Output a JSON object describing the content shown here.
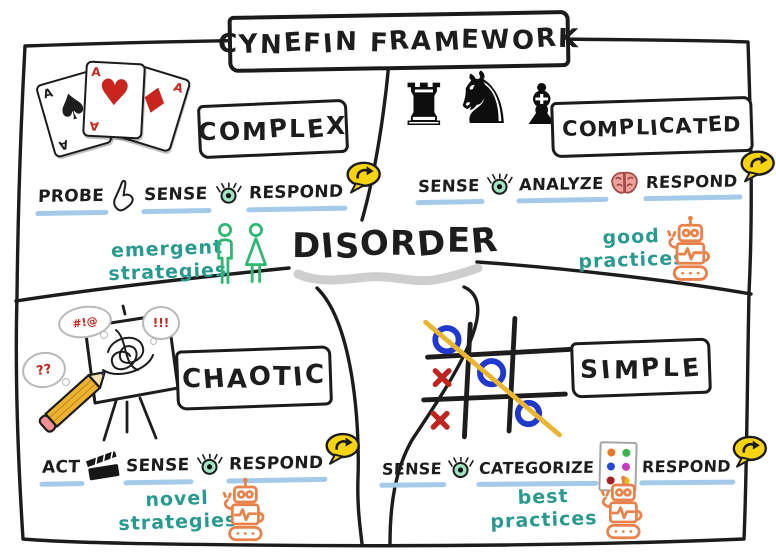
{
  "title": "CYNEFIN FRAMEWORK",
  "center": {
    "label": "DISORDER"
  },
  "quadrants": {
    "complex": {
      "label": "COMPLEX",
      "steps": [
        "PROBE",
        "SENSE",
        "RESPOND"
      ],
      "note": [
        "emergent",
        "strategies"
      ],
      "icons": [
        "hand-probe",
        "eye",
        "respond-arrow-bubble"
      ]
    },
    "complicated": {
      "label": "COMPLICATED",
      "steps": [
        "SENSE",
        "ANALYZE",
        "RESPOND"
      ],
      "note": [
        "good",
        "practices"
      ],
      "icons": [
        "eye",
        "brain",
        "respond-arrow-bubble"
      ]
    },
    "chaotic": {
      "label": "CHAOTIC",
      "steps": [
        "ACT",
        "SENSE",
        "RESPOND"
      ],
      "note": [
        "novel",
        "strategies"
      ],
      "bubbles": [
        "#!@",
        "!!!",
        "??"
      ],
      "icons": [
        "clapperboard",
        "eye",
        "respond-arrow-bubble"
      ]
    },
    "simple": {
      "label": "SIMPLE",
      "steps": [
        "SENSE",
        "CATEGORIZE",
        "RESPOND"
      ],
      "note": [
        "best",
        "practices"
      ],
      "icons": [
        "eye",
        "category-card",
        "respond-arrow-bubble"
      ]
    }
  },
  "glyphs": {
    "ace": "A",
    "spade": "♠",
    "heart": "♥",
    "diamond": "♦",
    "rook": "♜",
    "knight": "♞",
    "bishop": "♝"
  },
  "colors": {
    "ink": "#1d1d1d",
    "note_teal": "#2a9a90",
    "underline_blue": "#a5c9e8",
    "bubble_yellow": "#f6d411",
    "robot_orange": "#e8814a",
    "people_green": "#2eb872",
    "suit_red": "#c8251d",
    "o_blue": "#2038cc",
    "x_red": "#c0241e",
    "win_line_yellow": "#eab530",
    "brain_pink": "#eda19b",
    "pencil_yellow": "#f0b42c",
    "eraser_pink": "#f09090",
    "eye_green": "#9fe3c3",
    "disorder_underline_gray": "#c9c9c9"
  }
}
